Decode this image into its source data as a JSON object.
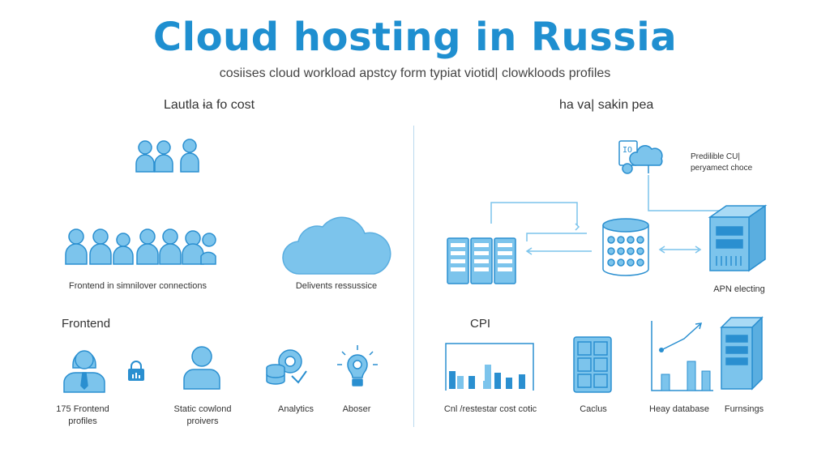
{
  "header": {
    "title": "Cloud hosting in Russia",
    "subtitle": "cosiises cloud workload apstcy form typiat viotid| clowkloods profiles"
  },
  "left": {
    "heading": "Lautla ɨa fo cost",
    "top_row": {
      "people_caption": "Frontend in simnilover connections",
      "cloud_caption": "Delivents ressussice"
    },
    "section_label": "Frontend",
    "bottom_items": [
      {
        "label": "175 Frontend\nprofiles"
      },
      {
        "label": "Static cowlond\nproivers"
      },
      {
        "label": "Analytics"
      },
      {
        "label": "Aboser"
      }
    ]
  },
  "right": {
    "heading": "ha va| sakin pea",
    "note": "Predilible CU|\nperyamect choce",
    "server_caption": "APN electing",
    "section_label": "CPI",
    "bottom_items": [
      {
        "label": "Cnl /restestar cost cotic"
      },
      {
        "label": "Caclus"
      },
      {
        "label": "Heay database"
      },
      {
        "label": "Furnsings"
      }
    ]
  },
  "colors": {
    "title": "#1f8fd0",
    "icon_fill": "#7cc4ec",
    "icon_stroke": "#2a8fd0",
    "divider": "#b9d9ee"
  }
}
